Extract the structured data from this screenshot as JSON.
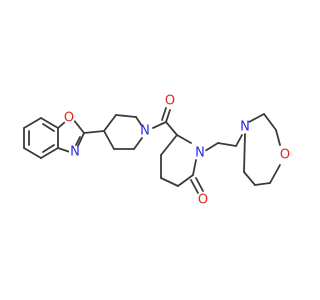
{
  "atoms": {
    "benzoxazole_o": {
      "symbol": "O",
      "color": "#e8241c"
    },
    "benzoxazole_n": {
      "symbol": "N",
      "color": "#2a2ae6"
    },
    "piperidine_n": {
      "symbol": "N",
      "color": "#2a2ae6"
    },
    "carbonyl_o": {
      "symbol": "O",
      "color": "#e8241c"
    },
    "lactam_n": {
      "symbol": "N",
      "color": "#2a2ae6"
    },
    "lactam_o": {
      "symbol": "O",
      "color": "#e8241c"
    },
    "morpholine_n": {
      "symbol": "N",
      "color": "#2a2ae6"
    },
    "morpholine_o": {
      "symbol": "O",
      "color": "#e8241c"
    }
  },
  "bond_color": "#3a3a3a"
}
